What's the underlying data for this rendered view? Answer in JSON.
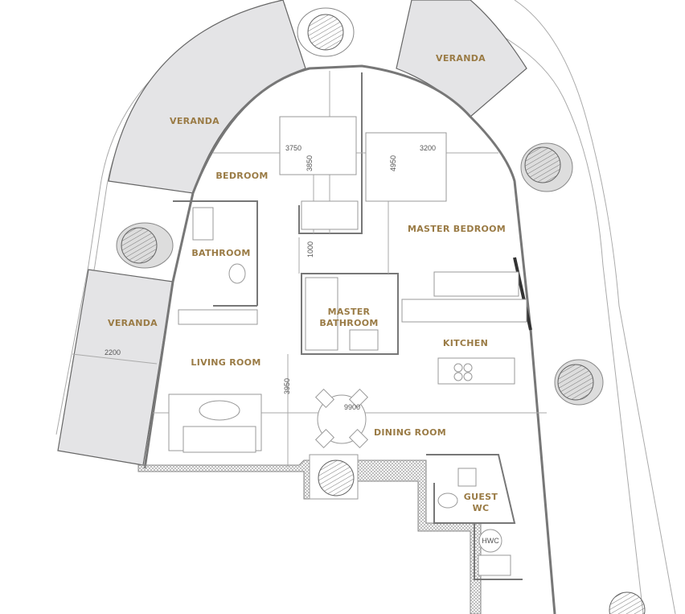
{
  "rooms": {
    "veranda_top_left": "VERANDA",
    "veranda_top_right": "VERANDA",
    "veranda_left": "VERANDA",
    "bedroom": "BEDROOM",
    "master_bedroom": "MASTER BEDROOM",
    "bathroom": "BATHROOM",
    "master_bathroom_1": "MASTER",
    "master_bathroom_2": "BATHROOM",
    "kitchen": "KITCHEN",
    "living_room": "LIVING ROOM",
    "dining_room": "DINING ROOM",
    "guest_wc_1": "GUEST",
    "guest_wc_2": "WC",
    "hwc": "HWC"
  },
  "dimensions": {
    "bedroom_width": "3750",
    "bedroom_depth": "3850",
    "master_depth": "4950",
    "master_width": "3200",
    "hall_width": "1000",
    "veranda_depth": "2200",
    "living_depth": "3950",
    "total_width": "9900"
  },
  "colors": {
    "label": "#9a7b45",
    "veranda": "#e4e4e6"
  }
}
